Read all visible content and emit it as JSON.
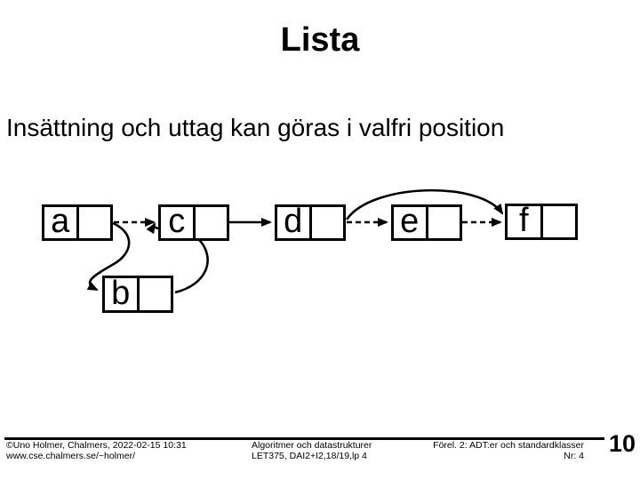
{
  "slide": {
    "title": "Lista",
    "subtitle": "Insättning och uttag kan göras i valfri position"
  },
  "diagram": {
    "description": "Linked list nodes with data and pointer cells; node b inserted between a and c; arc from d to f bypassing e",
    "nodes": [
      {
        "id": "a",
        "label": "a"
      },
      {
        "id": "b",
        "label": "b"
      },
      {
        "id": "c",
        "label": "c"
      },
      {
        "id": "d",
        "label": "d"
      },
      {
        "id": "e",
        "label": "e"
      },
      {
        "id": "f",
        "label": "f"
      }
    ],
    "links": [
      {
        "from": "a",
        "to": "c",
        "style": "dashed"
      },
      {
        "from": "a",
        "to": "b",
        "style": "solid-curve"
      },
      {
        "from": "b",
        "to": "c",
        "style": "solid-curve"
      },
      {
        "from": "c",
        "to": "d",
        "style": "solid"
      },
      {
        "from": "d",
        "to": "e",
        "style": "dashed"
      },
      {
        "from": "d",
        "to": "f",
        "style": "solid-arc"
      },
      {
        "from": "e",
        "to": "f",
        "style": "dashed"
      }
    ]
  },
  "footer": {
    "left_line1": "©Uno Holmer, Chalmers, 2022-02-15 10:31",
    "left_line2": "www.cse.chalmers.se/~holmer/",
    "center_line1": "Algoritmer och datastrukturer",
    "center_line2": "LET375, DAI2+I2,18/19,lp 4",
    "right_line1": "Förel. 2: ADT:er och standardklasser",
    "right_line2": "Nr: 4",
    "page_number": "10"
  }
}
